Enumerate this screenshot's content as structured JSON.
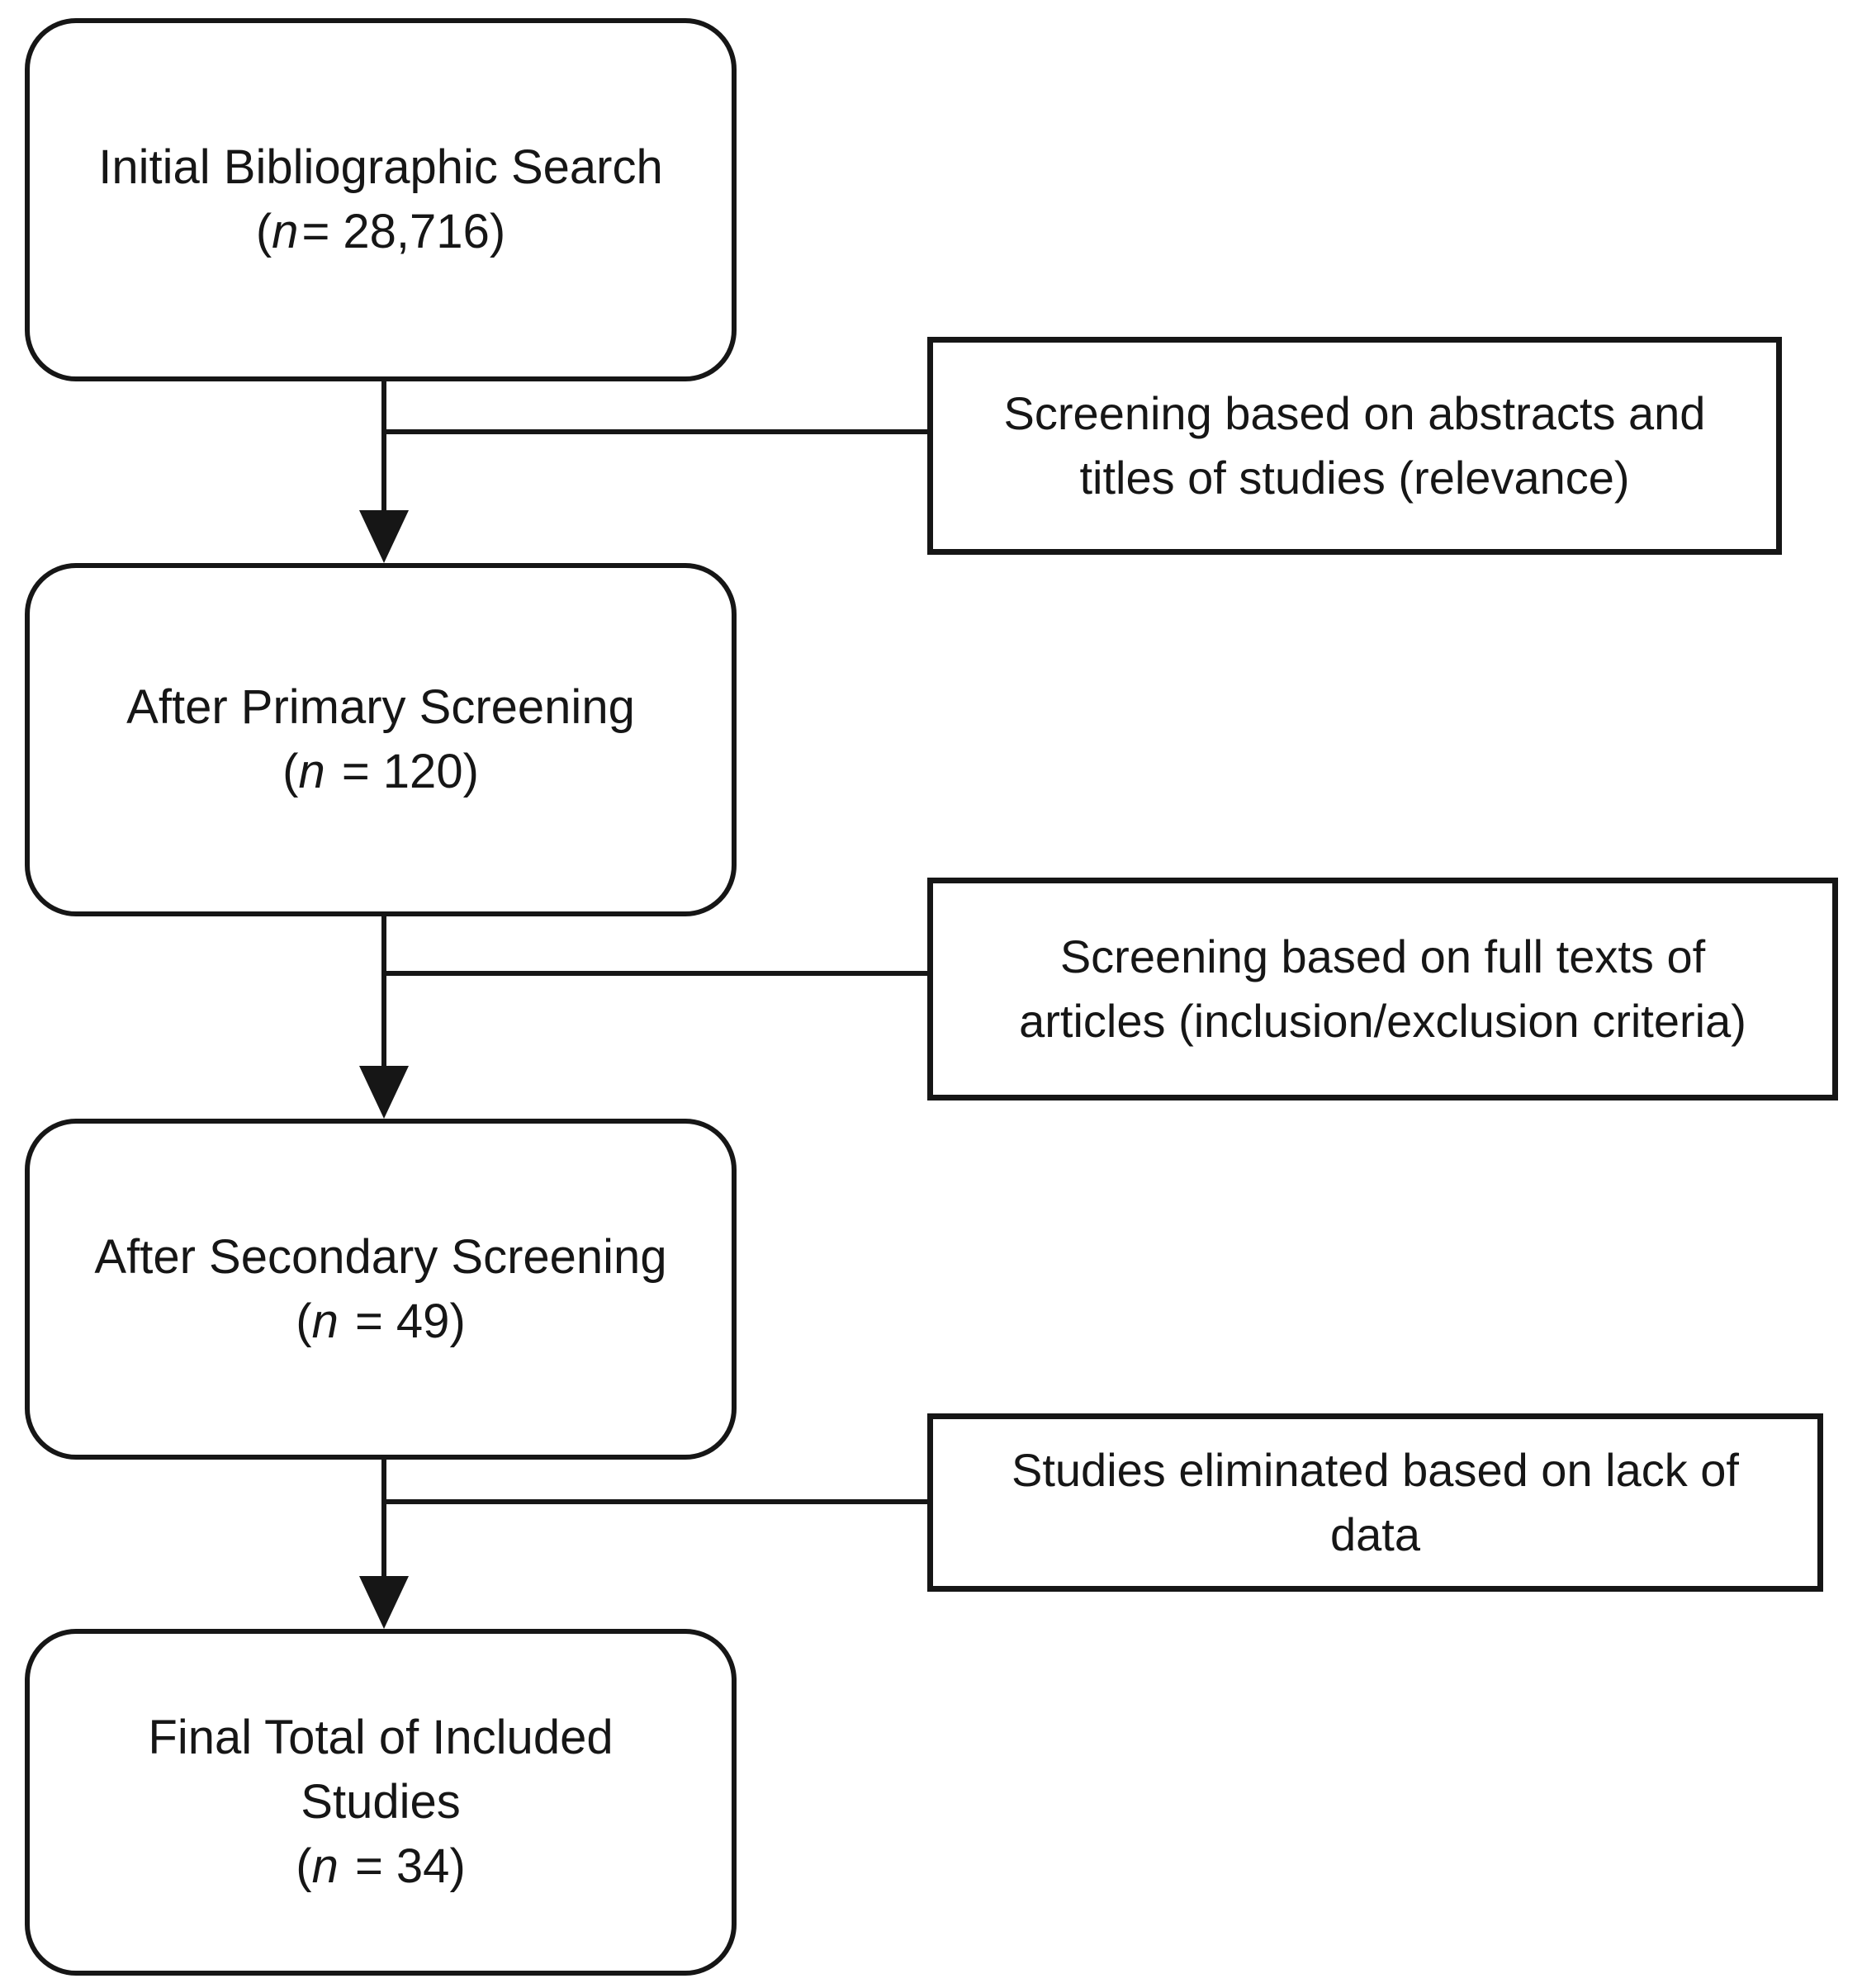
{
  "diagram": {
    "background_color": "#ffffff",
    "line_color": "#161616",
    "main_boxes": [
      {
        "lines": [
          "Initial Bibliographic Search"
        ],
        "count": {
          "open": "(",
          "n": "n",
          "rest": "= 28,716)"
        }
      },
      {
        "lines": [
          "After Primary Screening"
        ],
        "count": {
          "open": "(",
          "n": "n",
          "rest": " = 120)"
        }
      },
      {
        "lines": [
          "After Secondary Screening"
        ],
        "count": {
          "open": "(",
          "n": "n",
          "rest": " = 49)"
        }
      },
      {
        "lines": [
          "Final Total of Included",
          "Studies"
        ],
        "count": {
          "open": "(",
          "n": "n",
          "rest": " = 34)"
        }
      }
    ],
    "side_boxes": [
      {
        "lines": [
          "Screening based on abstracts and",
          "titles of studies (relevance)"
        ]
      },
      {
        "lines": [
          "Screening based on full texts of",
          "articles (inclusion/exclusion criteria)"
        ]
      },
      {
        "lines": [
          "Studies eliminated based on lack of",
          "data"
        ]
      }
    ]
  }
}
